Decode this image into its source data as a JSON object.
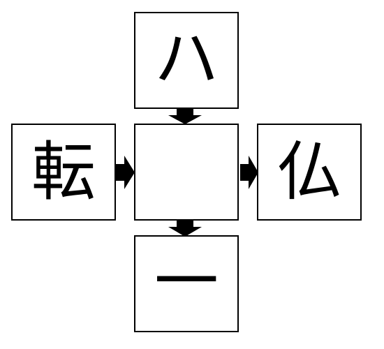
{
  "diagram": {
    "boxes": {
      "top": "ハ",
      "left": "転",
      "center": "",
      "right": "仏",
      "bottom": "一"
    },
    "arrow_color": "#000000",
    "border_color": "#000000",
    "background_color": "#ffffff"
  }
}
